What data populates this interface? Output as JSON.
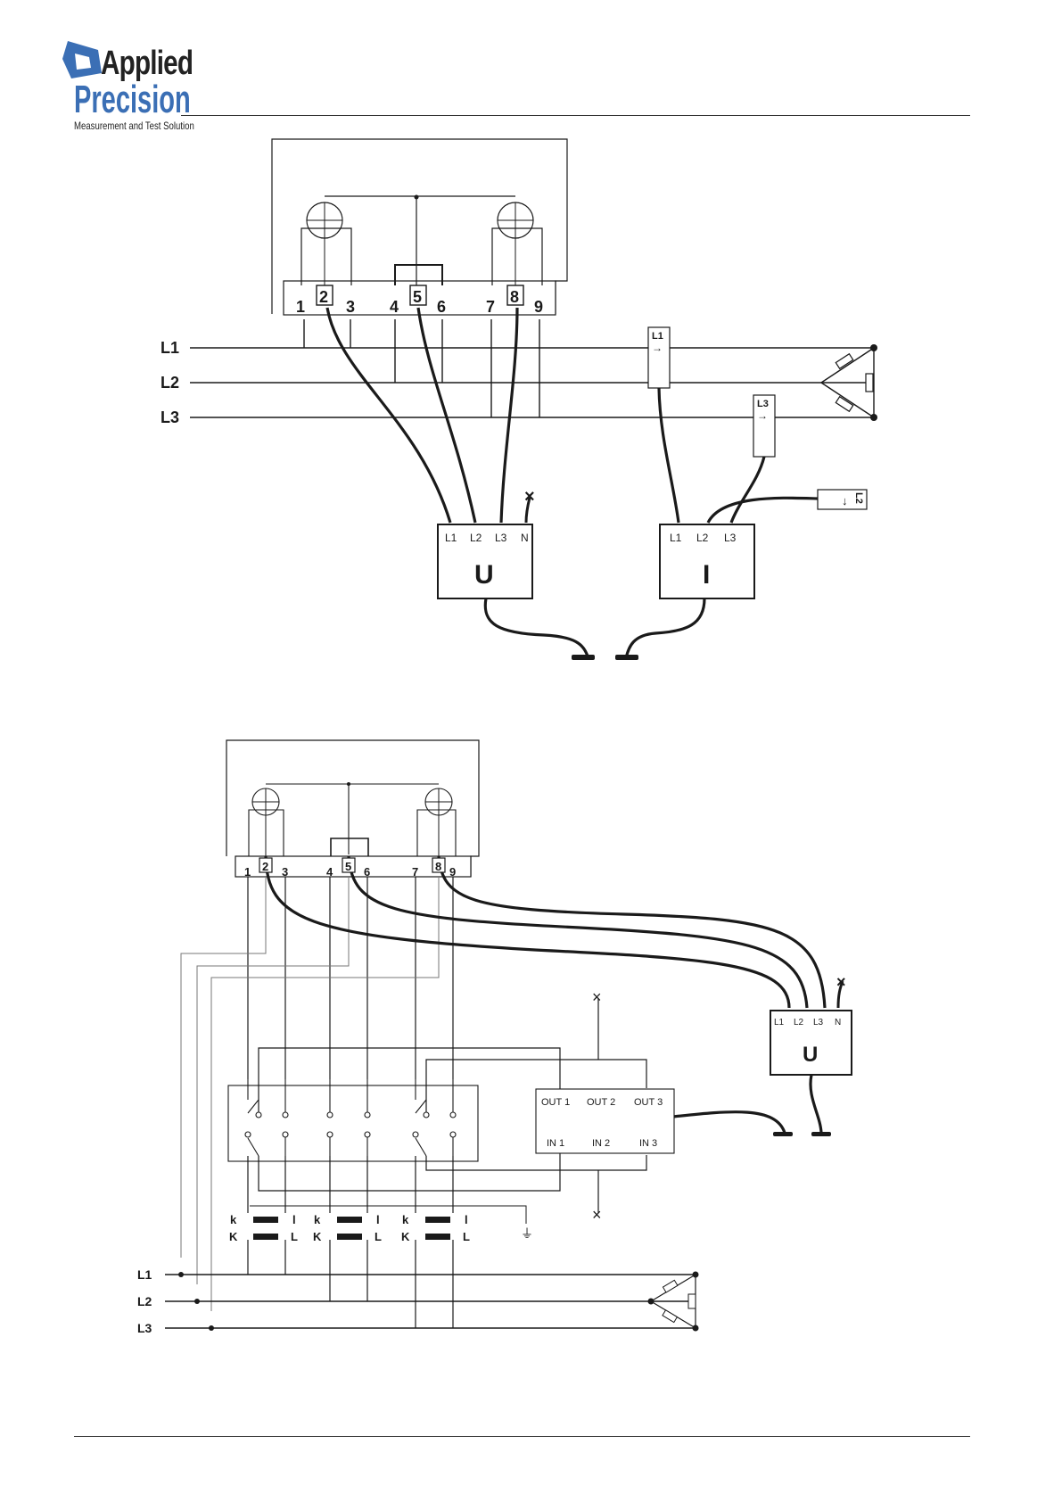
{
  "header": {
    "brand_line1": "Applied",
    "brand_line2": "Precision",
    "tagline": "Measurement and Test Solution",
    "accent_color": "#3b6fb5"
  },
  "diagram1": {
    "terminals": [
      "1",
      "2",
      "3",
      "4",
      "5",
      "6",
      "7",
      "8",
      "9"
    ],
    "lines": [
      "L1",
      "L2",
      "L3"
    ],
    "ct_tags": [
      "L1",
      "L3",
      "L2"
    ],
    "u_box": {
      "label": "U",
      "terminals": [
        "L1",
        "L2",
        "L3",
        "N"
      ]
    },
    "i_box": {
      "label": "I",
      "terminals": [
        "L1",
        "L2",
        "L3"
      ]
    }
  },
  "diagram2": {
    "terminals": [
      "1",
      "2",
      "3",
      "4",
      "5",
      "6",
      "7",
      "8",
      "9"
    ],
    "lines": [
      "L1",
      "L2",
      "L3"
    ],
    "u_box": {
      "label": "U",
      "terminals": [
        "L1",
        "L2",
        "L3",
        "N"
      ]
    },
    "relay_box": {
      "outputs": [
        "OUT 1",
        "OUT 2",
        "OUT 3"
      ],
      "inputs": [
        "IN 1",
        "IN 2",
        "IN 3"
      ]
    },
    "ct_top_labels": [
      "k",
      "l"
    ],
    "ct_bottom_labels": [
      "K",
      "L"
    ]
  }
}
